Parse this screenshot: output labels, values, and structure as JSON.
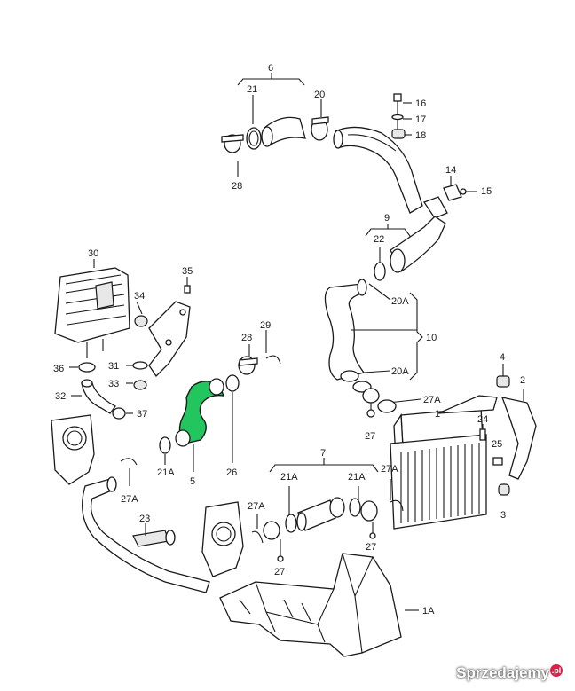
{
  "labels": {
    "l6": "6",
    "l21": "21",
    "l20": "20",
    "l28": "28",
    "l16": "16",
    "l17": "17",
    "l18": "18",
    "l14": "14",
    "l15": "15",
    "l9": "9",
    "l22": "22",
    "l20A_top": "20A",
    "l10": "10",
    "l20A_bot": "20A",
    "l27A_r": "27A",
    "l27_r": "27",
    "l1": "1",
    "l4": "4",
    "l2": "2",
    "l24": "24",
    "l25": "25",
    "l3": "3",
    "l30": "30",
    "l35": "35",
    "l34": "34",
    "l36": "36",
    "l31": "31",
    "l33": "33",
    "l32": "32",
    "l37": "37",
    "l29": "29",
    "l28b": "28",
    "l21A_l": "21A",
    "l5": "5",
    "l26": "26",
    "l27A_l": "27A",
    "l23": "23",
    "l7": "7",
    "l21A_m1": "21A",
    "l21A_m2": "21A",
    "l27A_m": "27A",
    "l27A_lo": "27A",
    "l27_lo": "27",
    "l27_m": "27",
    "l1A": "1A"
  },
  "watermark": {
    "text": "Sprzedajemy",
    "badge": ".pl"
  },
  "colors": {
    "highlight": "#22c55e",
    "line": "#1a1a1a"
  }
}
